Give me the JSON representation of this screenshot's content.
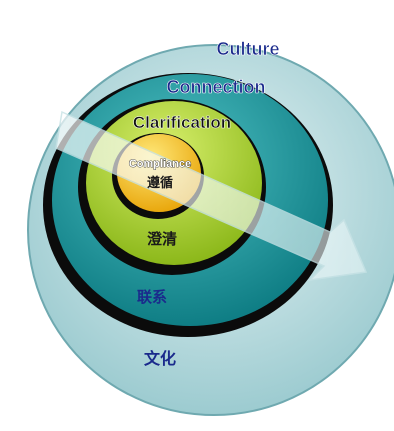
{
  "rings": [
    {
      "key": "culture",
      "en": "Culture",
      "zh": "文化",
      "color": "#b9dde0"
    },
    {
      "key": "connection",
      "en": "Connection",
      "zh": "联系",
      "color": "#1f9ea3"
    },
    {
      "key": "clarification",
      "en": "Clarification",
      "zh": "澄清",
      "color": "#a8cf2a"
    },
    {
      "key": "compliance",
      "en": "Compliance",
      "zh": "遵循",
      "color": "#f2c019"
    }
  ],
  "colors": {
    "label_blue": "#1a2a8c",
    "label_white": "#ffffff",
    "label_dark": "#1a1a1a",
    "ring_outline": "#0a0a0a"
  },
  "arrow": {
    "icon": "right-arrow-icon"
  }
}
